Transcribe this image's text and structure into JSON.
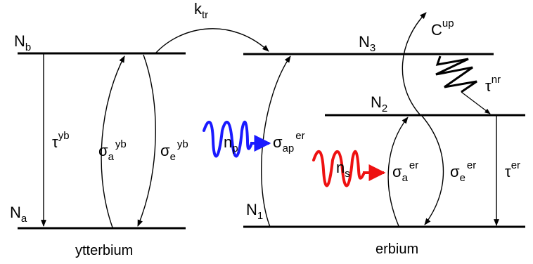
{
  "levels": {
    "nb": {
      "main": "N",
      "sub": "b"
    },
    "na": {
      "main": "N",
      "sub": "a"
    },
    "n3": {
      "main": "N",
      "sub": "3"
    },
    "n2": {
      "main": "N",
      "sub": "2"
    },
    "n1": {
      "main": "N",
      "sub": "1"
    }
  },
  "transitions": {
    "tau_yb": {
      "main": "τ",
      "sup": "yb"
    },
    "sigma_a_yb": {
      "main": "σ",
      "sub": "a",
      "sup": "yb"
    },
    "sigma_e_yb": {
      "main": "σ",
      "sub": "e",
      "sup": "yb"
    },
    "k_tr": {
      "main": "k",
      "sub": "tr"
    },
    "c_up": {
      "main": "C",
      "sup": "up"
    },
    "tau_nr": {
      "main": "τ",
      "sup": "nr"
    },
    "sigma_ap_er": {
      "main": "σ",
      "sub": "ap",
      "sup": "er"
    },
    "sigma_a_er": {
      "main": "σ",
      "sub": "a",
      "sup": "er"
    },
    "sigma_e_er": {
      "main": "σ",
      "sub": "e",
      "sup": "er"
    },
    "tau_er": {
      "main": "τ",
      "sup": "er"
    },
    "n_p": {
      "main": "n",
      "sub": "p"
    },
    "n_s": {
      "main": "n",
      "sub": "s"
    }
  },
  "captions": {
    "ytterbium": "ytterbium",
    "erbium": "erbium"
  },
  "colors": {
    "line": "#000000",
    "pump": "#1a1aff",
    "signal": "#ee1111"
  }
}
